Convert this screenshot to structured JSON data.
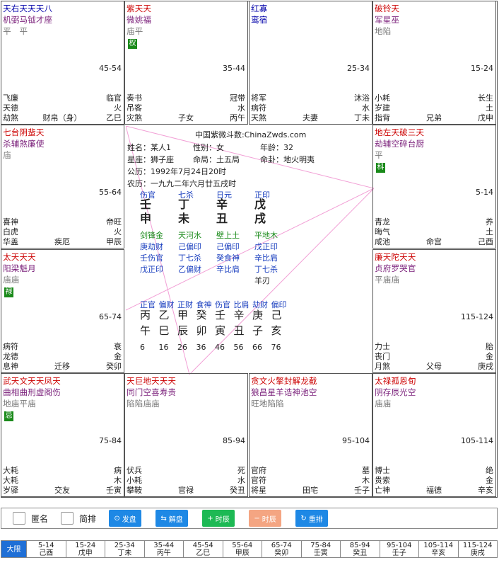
{
  "palaces": [
    {
      "id": "si",
      "rows": [
        {
          "t": "天右天天天八",
          "c": "cb"
        },
        {
          "t": "机弼马钺才座",
          "c": "cm"
        },
        {
          "t": "平　平",
          "c": "cg"
        }
      ],
      "hua": "",
      "age": "45-54",
      "b1": [
        "飞廉",
        "临官"
      ],
      "b2": [
        "天德",
        "火"
      ],
      "b3": [
        "劫煞",
        "财帛（身）",
        "乙巳"
      ]
    },
    {
      "id": "wu",
      "rows": [
        {
          "t": "紫天天",
          "c": "cr"
        },
        {
          "t": "微姚福",
          "c": "cm"
        },
        {
          "t": "庙平",
          "c": "cg"
        }
      ],
      "hua": "权",
      "age": "35-44",
      "b1": [
        "奏书",
        "冠带"
      ],
      "b2": [
        "吊客",
        "水"
      ],
      "b3": [
        "灾煞",
        "子女",
        "丙午"
      ]
    },
    {
      "id": "wei",
      "rows": [
        {
          "t": "红寡",
          "c": "cb"
        },
        {
          "t": "鸾宿",
          "c": "cb"
        }
      ],
      "hua": "",
      "age": "25-34",
      "b1": [
        "将军",
        "沐浴"
      ],
      "b2": [
        "病符",
        "水"
      ],
      "b3": [
        "天煞",
        "夫妻",
        "丁未"
      ]
    },
    {
      "id": "shen",
      "rows": [
        {
          "t": "破铃天",
          "c": "cr"
        },
        {
          "t": "军星巫",
          "c": "cm"
        },
        {
          "t": "地陷",
          "c": "cg"
        }
      ],
      "hua": "",
      "age": "15-24",
      "b1": [
        "小耗",
        "长生"
      ],
      "b2": [
        "岁建",
        "土"
      ],
      "b3": [
        "指背",
        "兄弟",
        "戊申"
      ]
    },
    {
      "id": "chen",
      "rows": [
        {
          "t": "七台阴蜚天",
          "c": "cr"
        },
        {
          "t": "杀辅煞廉使",
          "c": "cm"
        },
        {
          "t": "庙",
          "c": "cg"
        }
      ],
      "hua": "",
      "age": "55-64",
      "b1": [
        "喜神",
        "帝旺"
      ],
      "b2": [
        "白虎",
        "火"
      ],
      "b3": [
        "华盖",
        "疾厄",
        "甲辰"
      ]
    },
    {
      "id": "you",
      "rows": [
        {
          "t": "地左天破三天",
          "c": "cr"
        },
        {
          "t": "劫辅空碎台厨",
          "c": "cm"
        },
        {
          "t": "平",
          "c": "cg"
        }
      ],
      "hua": "科",
      "age": "5-14",
      "b1": [
        "青龙",
        "养"
      ],
      "b2": [
        "晦气",
        "土"
      ],
      "b3": [
        "咸池",
        "命宫",
        "己酉"
      ]
    },
    {
      "id": "mao",
      "rows": [
        {
          "t": "太天天天",
          "c": "cr"
        },
        {
          "t": "阳梁魁月",
          "c": "cm"
        },
        {
          "t": "庙庙",
          "c": "cg"
        }
      ],
      "hua": "禄",
      "age": "65-74",
      "b1": [
        "病符",
        "衰"
      ],
      "b2": [
        "龙德",
        "金"
      ],
      "b3": [
        "息神",
        "迁移",
        "癸卯"
      ]
    },
    {
      "id": "xu",
      "rows": [
        {
          "t": "廉天陀天天",
          "c": "cr"
        },
        {
          "t": "贞府罗哭官",
          "c": "cm"
        },
        {
          "t": "平庙庙",
          "c": "cg"
        }
      ],
      "hua": "",
      "age": "115-124",
      "b1": [
        "力士",
        "胎"
      ],
      "b2": [
        "丧门",
        "金"
      ],
      "b3": [
        "月煞",
        "父母",
        "庚戌"
      ]
    },
    {
      "id": "yin",
      "rows": [
        {
          "t": "武天文天天凤天",
          "c": "cr"
        },
        {
          "t": "曲相曲刑虚阁伤",
          "c": "cm"
        },
        {
          "t": "地庙平庙",
          "c": "cg"
        }
      ],
      "hua": "忌",
      "age": "75-84",
      "b1": [
        "大耗",
        "病"
      ],
      "b2": [
        "大耗",
        "木"
      ],
      "b3": [
        "岁驿",
        "交友",
        "壬寅"
      ]
    },
    {
      "id": "chou",
      "rows": [
        {
          "t": "天巨地天天天",
          "c": "cr"
        },
        {
          "t": "同门空喜寿贵",
          "c": "cm"
        },
        {
          "t": "陷陷庙庙",
          "c": "cg"
        }
      ],
      "hua": "",
      "age": "85-94",
      "b1": [
        "伏兵",
        "死"
      ],
      "b2": [
        "小耗",
        "水"
      ],
      "b3": [
        "攀鞍",
        "官禄",
        "癸丑"
      ]
    },
    {
      "id": "zi",
      "rows": [
        {
          "t": "贪文火擎封解龙截",
          "c": "cr"
        },
        {
          "t": "狼昌星羊诰神池空",
          "c": "cm"
        },
        {
          "t": "旺地陷陷",
          "c": "cg"
        }
      ],
      "hua": "",
      "age": "95-104",
      "b1": [
        "官府",
        "墓"
      ],
      "b2": [
        "官符",
        "木"
      ],
      "b3": [
        "将星",
        "田宅",
        "壬子"
      ]
    },
    {
      "id": "hai",
      "rows": [
        {
          "t": "太禄孤恩旬",
          "c": "cr"
        },
        {
          "t": "阴存辰光空",
          "c": "cm"
        },
        {
          "t": "庙庙",
          "c": "cg"
        }
      ],
      "hua": "",
      "age": "105-114",
      "b1": [
        "博士",
        "绝"
      ],
      "b2": [
        "贵索",
        "金"
      ],
      "b3": [
        "亡神",
        "福德",
        "辛亥"
      ]
    }
  ],
  "center": {
    "site": "中国紫微斗数:ChinaZwds.com",
    "name": "姓名：某人1",
    "gender": "性别：女",
    "age": "年龄：32",
    "zodiac": "星座：狮子座",
    "ju": "命局：土五局",
    "gua": "命卦：地火明夷",
    "solar": "公历：1992年7月24日20时",
    "lunar": "农历：一九九二年六月廿五戌时",
    "pillars": [
      {
        "god": "伤官",
        "stem": "壬",
        "branch": "申",
        "nayin": "剑锋金",
        "h1": "庚劫财",
        "h2": "壬伤官",
        "h3": "戊正印",
        "h4": ""
      },
      {
        "god": "七杀",
        "stem": "丁",
        "branch": "未",
        "nayin": "天河水",
        "h1": "己偏印",
        "h2": "丁七杀",
        "h3": "乙偏财",
        "h4": ""
      },
      {
        "god": "日元",
        "stem": "辛",
        "branch": "丑",
        "nayin": "壁上土",
        "h1": "己偏印",
        "h2": "癸食神",
        "h3": "辛比肩",
        "h4": ""
      },
      {
        "god": "正印",
        "stem": "戊",
        "branch": "戌",
        "nayin": "平地木",
        "h1": "戊正印",
        "h2": "辛比肩",
        "h3": "丁七杀",
        "h4": "羊刃"
      }
    ],
    "luck_gods": [
      "正官",
      "偏财",
      "正财",
      "食神",
      "伤官",
      "比肩",
      "劫财",
      "偏印"
    ],
    "luck_stems": [
      "丙",
      "乙",
      "甲",
      "癸",
      "壬",
      "辛",
      "庚",
      "己"
    ],
    "luck_branches": [
      "午",
      "巳",
      "辰",
      "卯",
      "寅",
      "丑",
      "子",
      "亥"
    ],
    "luck_ages": [
      "6",
      "16",
      "26",
      "36",
      "46",
      "56",
      "66",
      "76"
    ]
  },
  "toolbar": {
    "hide_name": "匿名",
    "simple": "简排",
    "b1": "发盘",
    "b2": "解盘",
    "b3": "时辰",
    "b4": "时辰",
    "b5": "重排",
    "c1": "#1e88e5",
    "c2": "#1e88e5",
    "c3": "#1db954",
    "c4": "#f4a582",
    "c5": "#1e88e5"
  },
  "daxian": {
    "label": "大限",
    "cells": [
      [
        "5-14",
        "己酉"
      ],
      [
        "15-24",
        "戊申"
      ],
      [
        "25-34",
        "丁未"
      ],
      [
        "35-44",
        "丙午"
      ],
      [
        "45-54",
        "乙巳"
      ],
      [
        "55-64",
        "甲辰"
      ],
      [
        "65-74",
        "癸卯"
      ],
      [
        "75-84",
        "壬寅"
      ],
      [
        "85-94",
        "癸丑"
      ],
      [
        "95-104",
        "壬子"
      ],
      [
        "105-114",
        "辛亥"
      ],
      [
        "115-124",
        "庚戌"
      ]
    ]
  }
}
